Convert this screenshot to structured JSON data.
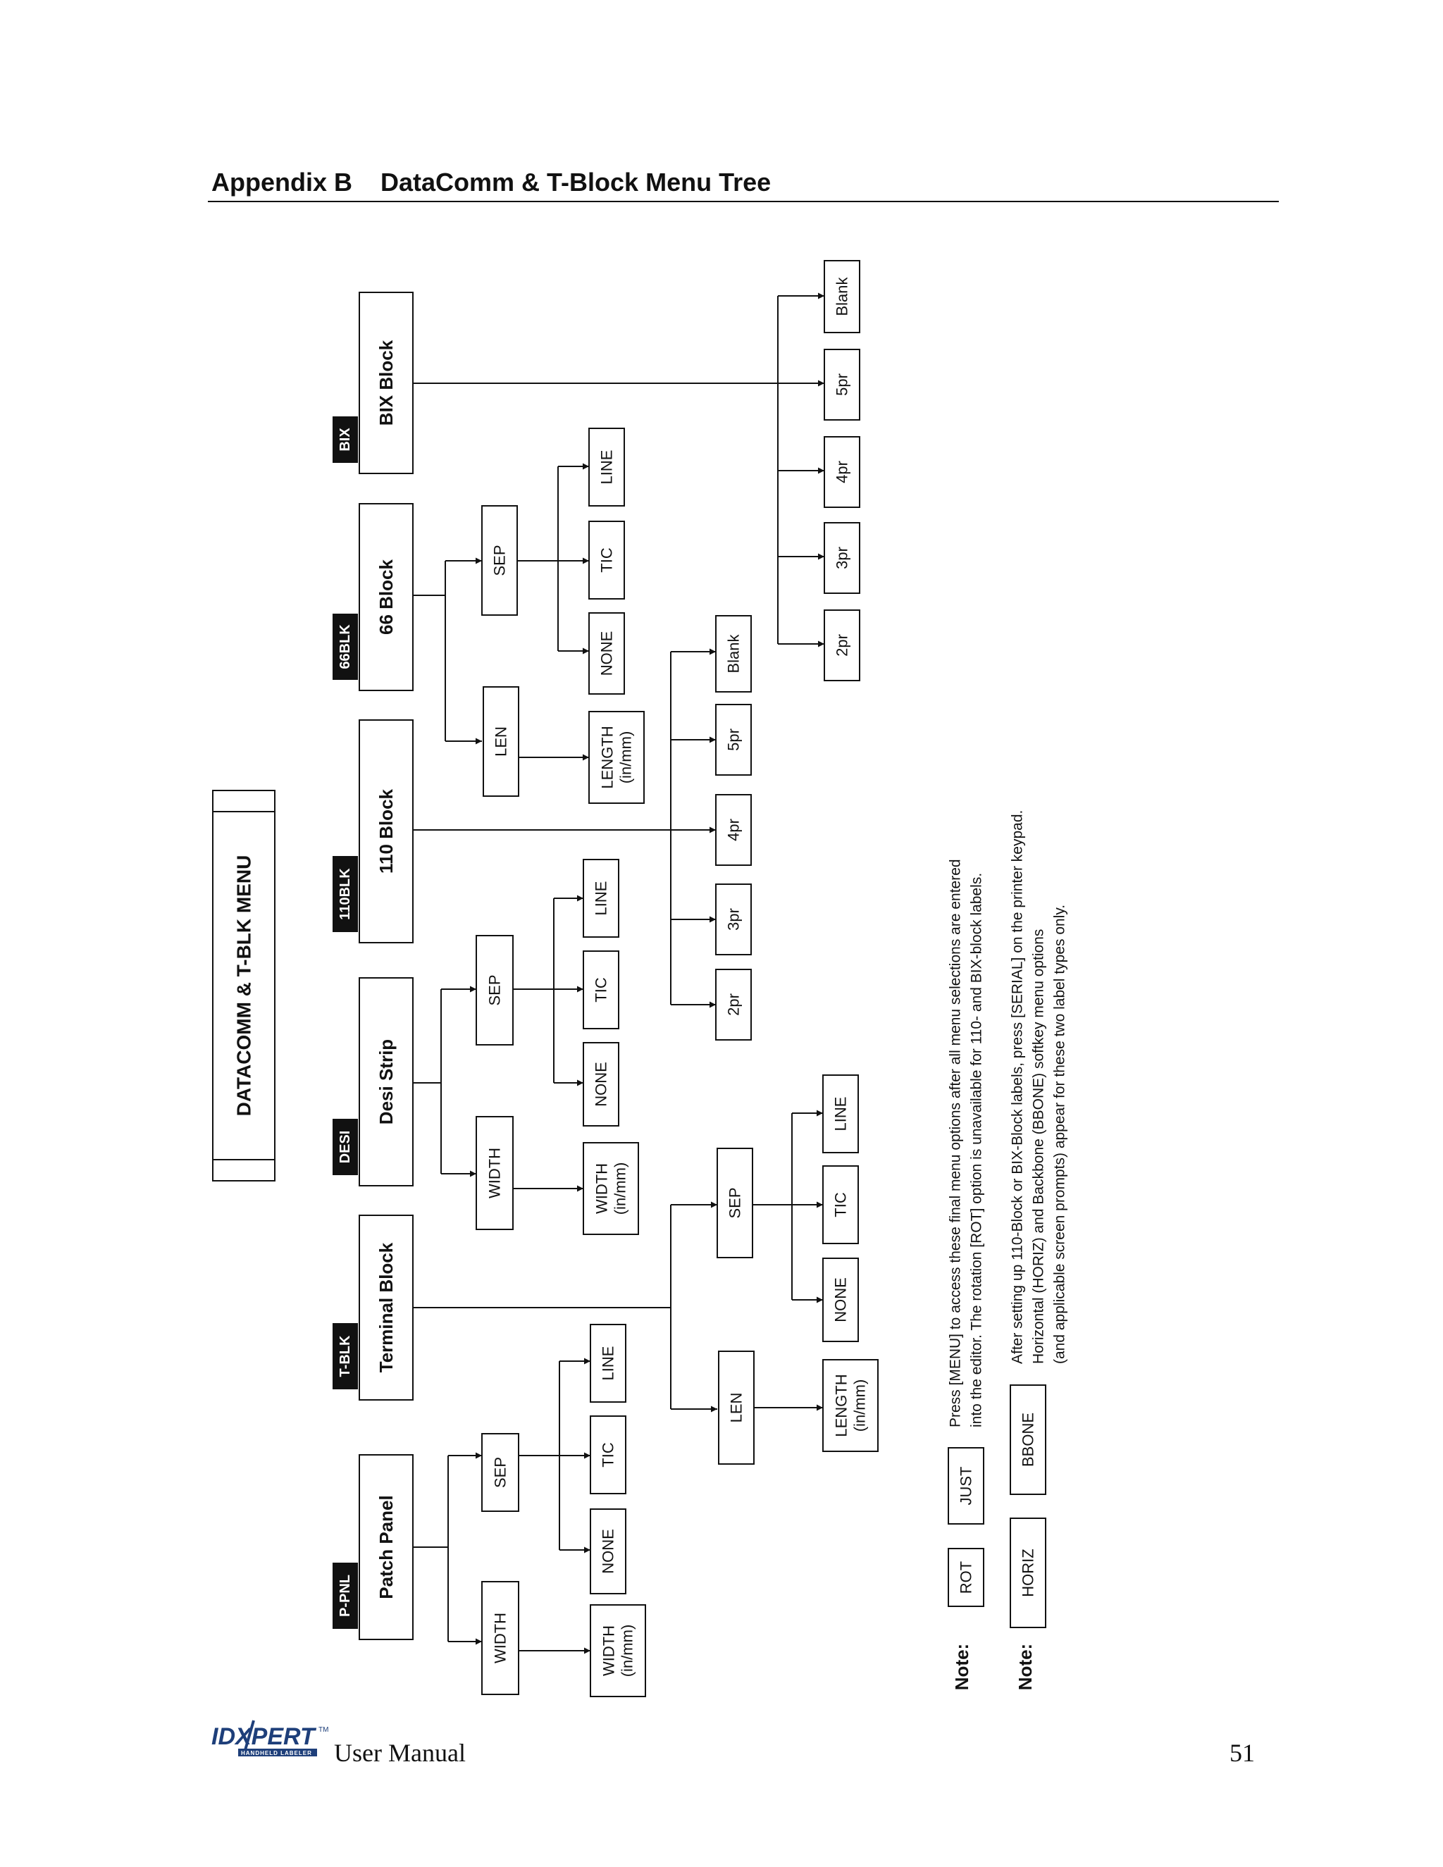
{
  "page": {
    "title": "Appendix B    DataComm & T-Block Menu Tree",
    "footer_brand": "IDXPERT",
    "footer_tm": "TM",
    "footer_sub": "HANDHELD LABELER",
    "footer_text": "User Manual",
    "page_number": "51"
  },
  "menu_title": "DATACOMM & T-BLK MENU",
  "nodes": {
    "ppnl_tag": "P-PNL",
    "ppnl_name": "Patch Panel",
    "tblk_tag": "T-BLK",
    "tblk_name": "Terminal Block",
    "desi_tag": "DESI",
    "desi_name": "Desi Strip",
    "b110_tag": "110BLK",
    "b110_name": "110 Block",
    "b66_tag": "66BLK",
    "b66_name": "66 Block",
    "bix_tag": "BIX",
    "bix_name": "BIX Block"
  },
  "labels": {
    "width": "WIDTH",
    "width_unit_1": "WIDTH",
    "width_unit_2": "(in/mm)",
    "sep": "SEP",
    "len": "LEN",
    "length_unit_1": "LENGTH",
    "length_unit_2": "(in/mm)",
    "none": "NONE",
    "tic": "TIC",
    "line": "LINE",
    "p2": "2pr",
    "p3": "3pr",
    "p4": "4pr",
    "p5": "5pr",
    "blank": "Blank"
  },
  "notes": {
    "label": "Note:",
    "n1_keys": [
      "ROT",
      "JUST"
    ],
    "n1_line1": "Press [MENU] to access these final menu options after all menu selections are entered",
    "n1_line2": "into the editor. The rotation [ROT] option is unavailable for 110- and BIX-block labels.",
    "n2_keys": [
      "HORIZ",
      "BBONE"
    ],
    "n2_line1": "After setting up 110-Block or BIX-Block labels, press [SERIAL] on the printer keypad.",
    "n2_line2": "Horizontal (HORIZ) and Backbone (BBONE) softkey menu options",
    "n2_line3": "(and applicable screen prompts) appear for these two label types only."
  }
}
